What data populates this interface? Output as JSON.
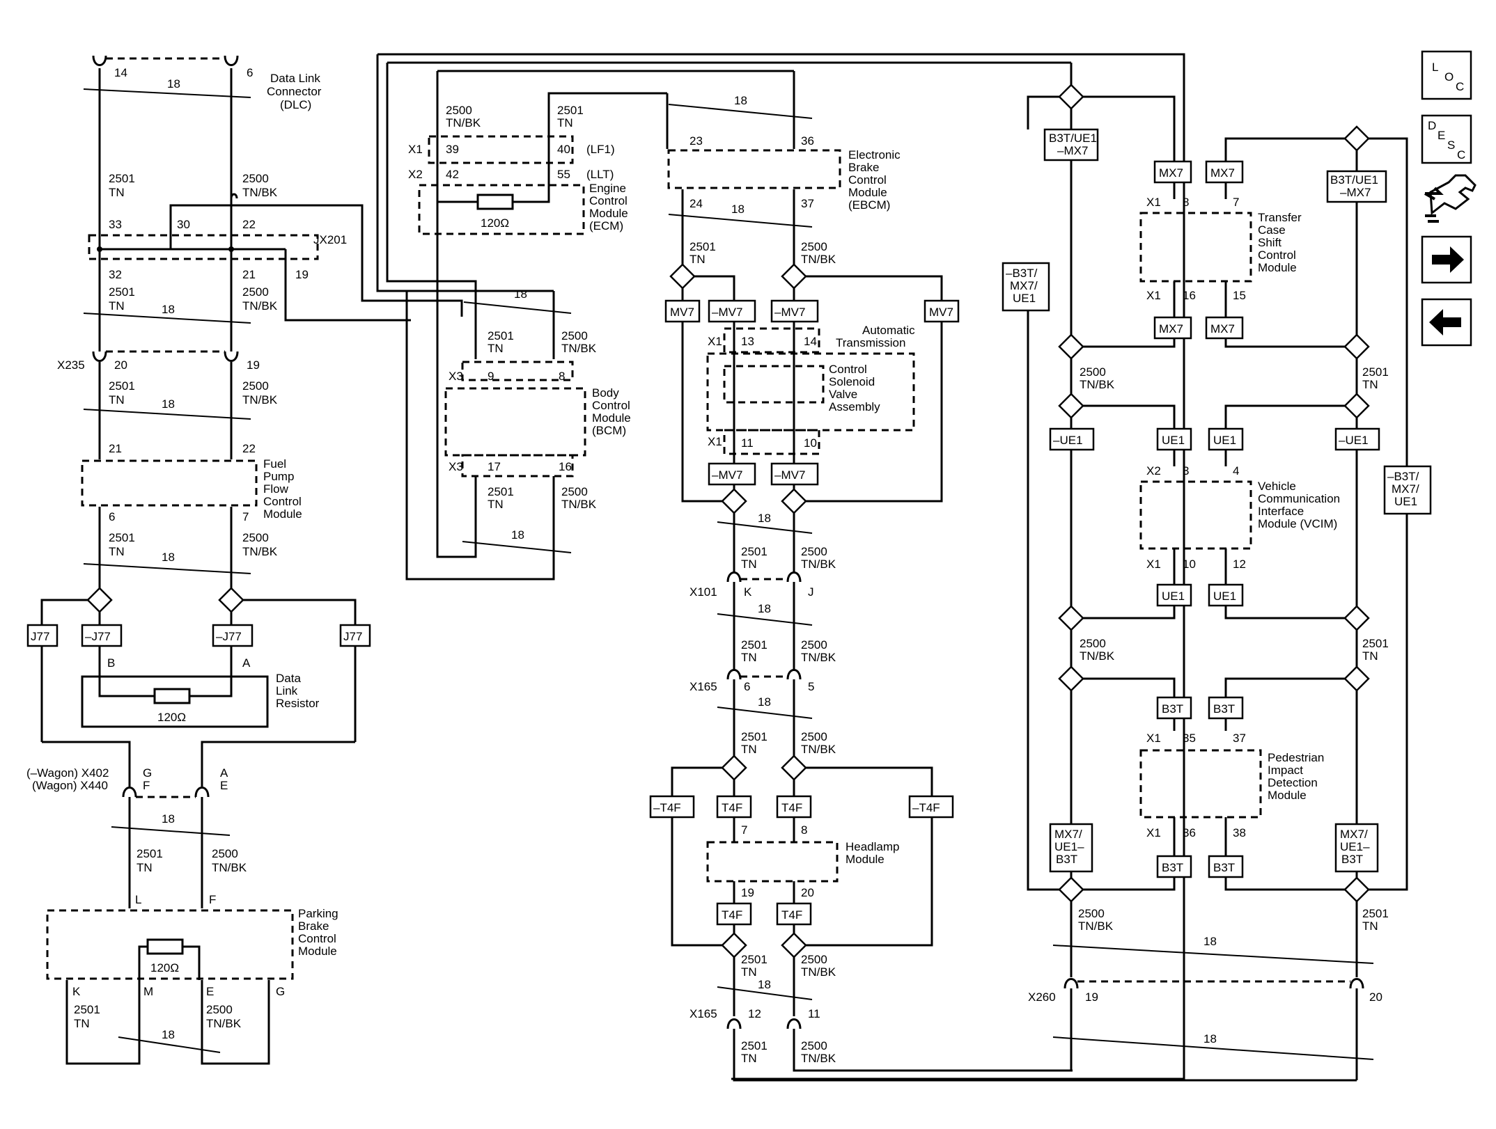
{
  "dlc": {
    "pin_a": "14",
    "pin_b": "6",
    "name": "Data Link Connector (DLC)"
  },
  "dlc_gauge": "18",
  "top_left_wires": {
    "a_circuit": "2501",
    "a_color": "TN",
    "b_circuit": "2500",
    "b_color": "TN/BK"
  },
  "jx201": {
    "name": "JX201",
    "pins_top": [
      "33",
      "30",
      "22"
    ],
    "pins_bottom": [
      "32",
      "21",
      "19"
    ]
  },
  "jx_wires": {
    "a_circuit": "2501",
    "a_color": "TN",
    "gauge": "18",
    "b_circuit": "2500",
    "b_color": "TN/BK"
  },
  "x235": {
    "name": "X235",
    "pin_a": "20",
    "pin_b": "19"
  },
  "x235_wires": {
    "a_circuit": "2501",
    "a_color": "TN",
    "gauge": "18",
    "b_circuit": "2500",
    "b_color": "TN/BK"
  },
  "fuel_pump_module": {
    "name": "Fuel Pump Flow Control Module",
    "pin_in_a": "21",
    "pin_in_b": "22",
    "pin_out_a": "6",
    "pin_out_b": "7"
  },
  "fpm_wires": {
    "a_circuit": "2501",
    "a_color": "TN",
    "gauge": "18",
    "b_circuit": "2500",
    "b_color": "TN/BK"
  },
  "j77_options": {
    "with": "J77",
    "without": "–J77"
  },
  "data_link_resistor": {
    "name": "Data Link Resistor",
    "pin_b": "B",
    "pin_a": "A",
    "value": "120Ω"
  },
  "x402_x440": {
    "label_wagonless": "(–Wagon) X402",
    "label_wagon": "(Wagon) X440",
    "pins_left": [
      "G",
      "F"
    ],
    "pins_right": [
      "A",
      "E"
    ]
  },
  "x402_wires": {
    "gauge": "18",
    "a_circuit": "2501",
    "a_color": "TN",
    "b_circuit": "2500",
    "b_color": "TN/BK"
  },
  "parking_brake_module": {
    "name": "Parking Brake Control Module",
    "pin_l": "L",
    "pin_f": "F",
    "pin_k": "K",
    "pin_m": "M",
    "pin_e": "E",
    "pin_g": "G",
    "resistor": "120Ω"
  },
  "pbm_wires": {
    "a_circuit": "2501",
    "a_color": "TN",
    "gauge": "18",
    "b_circuit": "2500",
    "b_color": "TN/BK"
  },
  "ecm": {
    "name": "Engine Control Module (ECM)",
    "w1_circuit": "2500",
    "w1_color": "TN/BK",
    "w2_circuit": "2501",
    "w2_color": "TN",
    "c1": "X1",
    "c1_pin_a": "39",
    "c1_pin_b": "40",
    "c1_opt": "(LF1)",
    "c2": "X2",
    "c2_pin_a": "42",
    "c2_pin_b": "55",
    "c2_opt": "(LLT)",
    "resistor": "120Ω"
  },
  "bcm": {
    "name": "Body Control Module (BCM)",
    "gauge_top": "18",
    "in_a_circuit": "2501",
    "in_a_color": "TN",
    "in_b_circuit": "2500",
    "in_b_color": "TN/BK",
    "c_top": "X3",
    "pin_top_a": "9",
    "pin_top_b": "8",
    "c_bot": "X3",
    "pin_bot_a": "17",
    "pin_bot_b": "16",
    "out_a_circuit": "2501",
    "out_a_color": "TN",
    "out_b_circuit": "2500",
    "out_b_color": "TN/BK",
    "gauge_bot": "18"
  },
  "ebcm": {
    "name": "Electronic Brake Control Module (EBCM)",
    "gauge_top": "18",
    "pin_in_a": "23",
    "pin_in_b": "36",
    "pin_out_a": "24",
    "pin_out_b": "37",
    "gauge_bot": "18",
    "out_a_circuit": "2501",
    "out_a_color": "TN",
    "out_b_circuit": "2500",
    "out_b_color": "TN/BK"
  },
  "mv7_options": {
    "with": "MV7",
    "without": "–MV7"
  },
  "transmission": {
    "name": "Automatic Transmission",
    "inner": "Control Solenoid Valve Assembly",
    "c_top": "X1",
    "pin_top_a": "13",
    "pin_top_b": "14",
    "c_bot": "X1",
    "pin_bot_a": "11",
    "pin_bot_b": "10"
  },
  "trans_wires": {
    "gauge": "18",
    "a_circuit": "2501",
    "a_color": "TN",
    "b_circuit": "2500",
    "b_color": "TN/BK"
  },
  "x101": {
    "name": "X101",
    "pin_a": "K",
    "pin_b": "J",
    "gauge": "18",
    "a_circuit": "2501",
    "a_color": "TN",
    "b_circuit": "2500",
    "b_color": "TN/BK"
  },
  "x165_upper": {
    "name": "X165",
    "pin_a": "6",
    "pin_b": "5",
    "gauge": "18",
    "a_circuit": "2501",
    "a_color": "TN",
    "b_circuit": "2500",
    "b_color": "TN/BK"
  },
  "t4f_options": {
    "with": "T4F",
    "without": "–T4F"
  },
  "headlamp": {
    "name": "Headlamp Module",
    "pin_in_a": "7",
    "pin_in_b": "8",
    "pin_out_a": "19",
    "pin_out_b": "20"
  },
  "headlamp_wires": {
    "a_circuit": "2501",
    "a_color": "TN",
    "gauge": "18",
    "b_circuit": "2500",
    "b_color": "TN/BK"
  },
  "x165_lower": {
    "name": "X165",
    "pin_a": "12",
    "pin_b": "11",
    "a_circuit": "2501",
    "a_color": "TN",
    "b_circuit": "2500",
    "b_color": "TN/BK"
  },
  "right_options": {
    "b3t_ue1_mx7": "B3T/UE1 –MX7",
    "b3t_mx7_ue1": "–B3T/ MX7/ UE1",
    "mx7": "MX7",
    "ue1": "UE1",
    "not_ue1": "–UE1",
    "b3t": "B3T",
    "mx7_ue1_b3t": "MX7/ UE1– B3T"
  },
  "transfer_case": {
    "name": "Transfer Case Shift Control Module",
    "c_top": "X1",
    "pin_top_a": "8",
    "pin_top_b": "7",
    "c_bot": "X1",
    "pin_bot_a": "16",
    "pin_bot_b": "15"
  },
  "tc_wires": {
    "a_circuit": "2500",
    "a_color": "TN/BK",
    "b_circuit": "2501",
    "b_color": "TN"
  },
  "vcim": {
    "name": "Vehicle Communication Interface Module (VCIM)",
    "c_top": "X2",
    "pin_top_a": "3",
    "pin_top_b": "4",
    "c_bot": "X1",
    "pin_bot_a": "10",
    "pin_bot_b": "12"
  },
  "vcim_wires": {
    "a_circuit": "2500",
    "a_color": "TN/BK",
    "b_circuit": "2501",
    "b_color": "TN"
  },
  "pedestrian": {
    "name": "Pedestrian Impact Detection Module",
    "c_top": "X1",
    "pin_top_a": "35",
    "pin_top_b": "37",
    "c_bot": "X1",
    "pin_bot_a": "36",
    "pin_bot_b": "38"
  },
  "bottom_right_wires": {
    "a_circuit": "2500",
    "a_color": "TN/BK",
    "b_circuit": "2501",
    "b_color": "TN",
    "gauge_top": "18",
    "gauge_bot": "18"
  },
  "x260": {
    "name": "X260",
    "pin_a": "19",
    "pin_b": "20"
  },
  "nav": {
    "loc": [
      "L",
      "O",
      "C"
    ],
    "desc": [
      "D",
      "E",
      "S",
      "C"
    ]
  }
}
